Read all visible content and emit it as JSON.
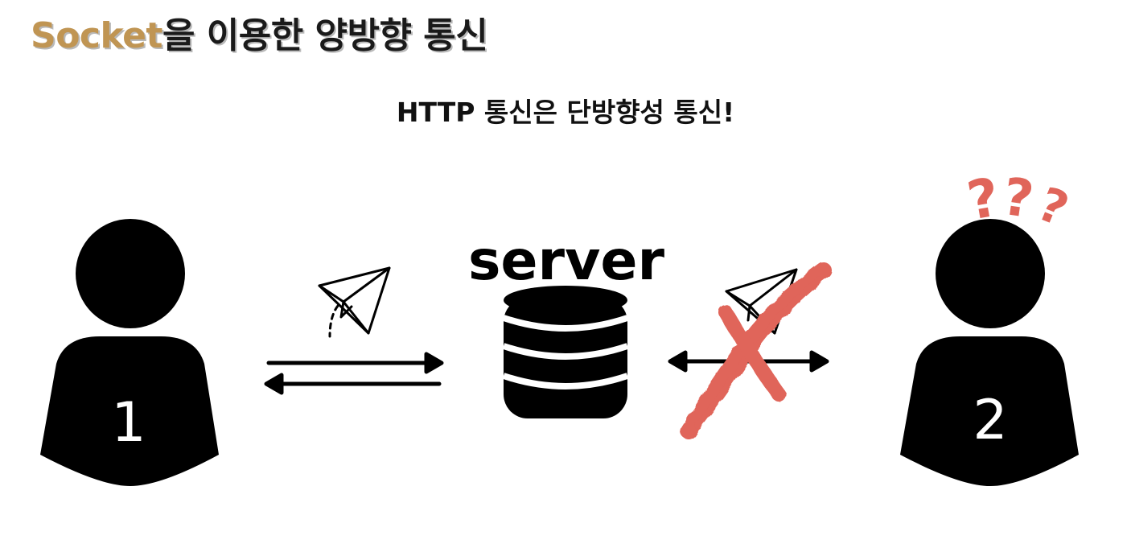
{
  "title": {
    "accent": "Socket",
    "rest": "을 이용한 양방향 통신"
  },
  "subtitle": "HTTP 통신은 단방향성 통신!",
  "server": {
    "label": "server"
  },
  "users": [
    {
      "label": "1"
    },
    {
      "label": "2"
    }
  ],
  "question_marks": [
    "?",
    "?",
    "?"
  ],
  "colors": {
    "accent": "#c09553",
    "cross": "#e0655a",
    "ink": "#000000"
  }
}
